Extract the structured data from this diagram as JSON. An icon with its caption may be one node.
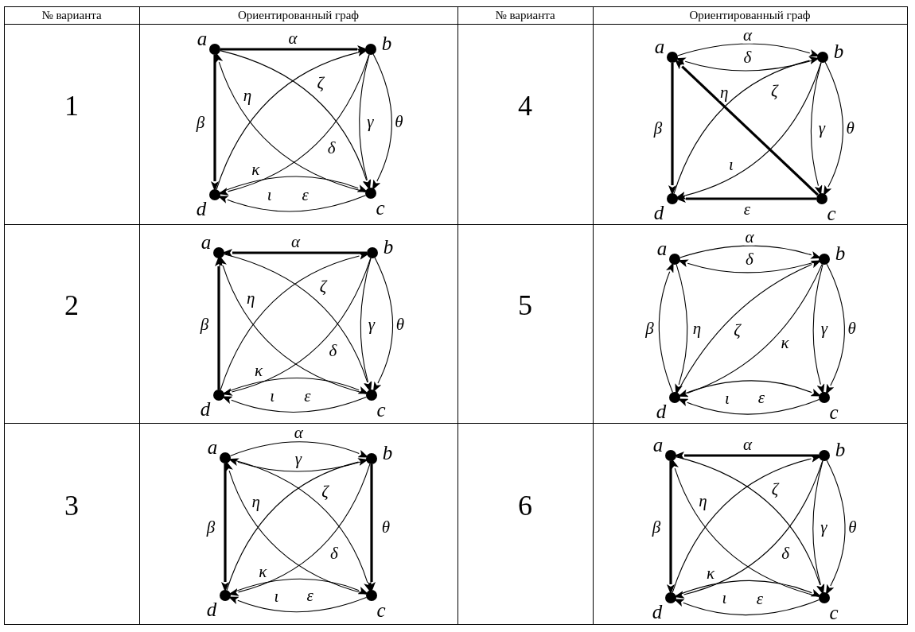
{
  "diagram": {
    "nodes": [
      {
        "text": [],
        "shape": "circle",
        "beside": [
          "a"
        ]
      },
      {
        "text": [],
        "shape": "circle",
        "beside": [
          "b"
        ]
      },
      {
        "text": [],
        "shape": "circle",
        "beside": [
          "d"
        ]
      },
      {
        "text": [],
        "shape": "circle",
        "beside": [
          "c"
        ]
      },
      {
        "text": [],
        "shape": "circle",
        "beside": [
          "a"
        ]
      },
      {
        "text": [],
        "shape": "circle",
        "beside": [
          "b"
        ]
      },
      {
        "text": [],
        "shape": "circle",
        "beside": [
          "d"
        ]
      },
      {
        "text": [],
        "shape": "circle",
        "beside": [
          "c"
        ]
      },
      {
        "text": [],
        "shape": "circle",
        "beside": [
          "a"
        ]
      },
      {
        "text": [],
        "shape": "circle",
        "beside": [
          "b"
        ]
      },
      {
        "text": [],
        "shape": "circle",
        "beside": [
          "d"
        ]
      },
      {
        "text": [],
        "shape": "circle",
        "beside": [
          "c"
        ]
      },
      {
        "text": [],
        "shape": "circle",
        "beside": [
          "a"
        ]
      },
      {
        "text": [],
        "shape": "circle",
        "beside": [
          "b"
        ]
      },
      {
        "text": [],
        "shape": "circle",
        "beside": [
          "d"
        ]
      },
      {
        "text": [],
        "shape": "circle",
        "beside": [
          "c"
        ]
      },
      {
        "text": [],
        "shape": "circle",
        "beside": [
          "a"
        ]
      },
      {
        "text": [],
        "shape": "circle",
        "beside": [
          "b"
        ]
      },
      {
        "text": [],
        "shape": "circle",
        "beside": [
          "d"
        ]
      },
      {
        "text": [],
        "shape": "circle",
        "beside": [
          "c"
        ]
      },
      {
        "text": [],
        "shape": "circle",
        "beside": [
          "a"
        ]
      },
      {
        "text": [],
        "shape": "circle",
        "beside": [
          "b"
        ]
      },
      {
        "text": [],
        "shape": "circle",
        "beside": [
          "d"
        ]
      },
      {
        "text": [],
        "shape": "circle",
        "beside": [
          "c"
        ]
      }
    ],
    "edges": [
      {
        "from": 0,
        "to": 1,
        "arrow": "to",
        "label": "α",
        "style": "thick"
      },
      {
        "from": 0,
        "to": 2,
        "arrow": "to",
        "label": "β",
        "style": "thick"
      },
      {
        "from": 1,
        "to": 3,
        "arrow": "to",
        "label": "γ"
      },
      {
        "from": 0,
        "to": 3,
        "arrow": "to",
        "label": "δ"
      },
      {
        "from": 3,
        "to": 2,
        "arrow": "to",
        "label": "ε"
      },
      {
        "from": 2,
        "to": 1,
        "arrow": "to",
        "label": "ζ"
      },
      {
        "from": 3,
        "to": 0,
        "arrow": "to",
        "label": "η"
      },
      {
        "from": 1,
        "to": 3,
        "arrow": "to",
        "label": "θ"
      },
      {
        "from": 2,
        "to": 3,
        "arrow": "to",
        "label": "ι"
      },
      {
        "from": 1,
        "to": 2,
        "arrow": "to",
        "label": "κ"
      },
      {
        "from": 4,
        "to": 5,
        "arrow": "to",
        "label": "α"
      },
      {
        "from": 4,
        "to": 6,
        "arrow": "to",
        "label": "β",
        "style": "thick"
      },
      {
        "from": 5,
        "to": 7,
        "arrow": "to",
        "label": "γ"
      },
      {
        "from": 5,
        "to": 4,
        "arrow": "to",
        "label": "δ"
      },
      {
        "from": 7,
        "to": 6,
        "arrow": "to",
        "label": "ε",
        "style": "thick"
      },
      {
        "from": 6,
        "to": 5,
        "arrow": "to",
        "label": "ζ"
      },
      {
        "from": 7,
        "to": 4,
        "arrow": "to",
        "label": "η",
        "style": "thick"
      },
      {
        "from": 5,
        "to": 7,
        "arrow": "to",
        "label": "θ"
      },
      {
        "from": 5,
        "to": 6,
        "arrow": "to",
        "label": "ι"
      },
      {
        "from": 9,
        "to": 8,
        "arrow": "to",
        "label": "α",
        "style": "thick"
      },
      {
        "from": 10,
        "to": 8,
        "arrow": "to",
        "label": "β",
        "style": "thick"
      },
      {
        "from": 9,
        "to": 11,
        "arrow": "to",
        "label": "γ"
      },
      {
        "from": 8,
        "to": 11,
        "arrow": "to",
        "label": "δ"
      },
      {
        "from": 11,
        "to": 10,
        "arrow": "to",
        "label": "ε"
      },
      {
        "from": 10,
        "to": 9,
        "arrow": "to",
        "label": "ζ"
      },
      {
        "from": 11,
        "to": 8,
        "arrow": "to",
        "label": "η"
      },
      {
        "from": 9,
        "to": 11,
        "arrow": "to",
        "label": "θ"
      },
      {
        "from": 10,
        "to": 11,
        "arrow": "to",
        "label": "ι"
      },
      {
        "from": 9,
        "to": 10,
        "arrow": "to",
        "label": "κ"
      },
      {
        "from": 12,
        "to": 13,
        "arrow": "to",
        "label": "α"
      },
      {
        "from": 14,
        "to": 12,
        "arrow": "to",
        "label": "β"
      },
      {
        "from": 13,
        "to": 15,
        "arrow": "to",
        "label": "γ"
      },
      {
        "from": 13,
        "to": 12,
        "arrow": "to",
        "label": "δ"
      },
      {
        "from": 15,
        "to": 14,
        "arrow": "to",
        "label": "ε"
      },
      {
        "from": 14,
        "to": 13,
        "arrow": "to",
        "label": "ζ"
      },
      {
        "from": 12,
        "to": 14,
        "arrow": "to",
        "label": "η"
      },
      {
        "from": 13,
        "to": 15,
        "arrow": "to",
        "label": "θ"
      },
      {
        "from": 14,
        "to": 15,
        "arrow": "to",
        "label": "ι"
      },
      {
        "from": 13,
        "to": 14,
        "arrow": "to",
        "label": "κ"
      },
      {
        "from": 16,
        "to": 17,
        "arrow": "to",
        "label": "α"
      },
      {
        "from": 16,
        "to": 18,
        "arrow": "to",
        "label": "β",
        "style": "thick"
      },
      {
        "from": 17,
        "to": 16,
        "arrow": "to",
        "label": "γ"
      },
      {
        "from": 16,
        "to": 19,
        "arrow": "to",
        "label": "δ"
      },
      {
        "from": 19,
        "to": 18,
        "arrow": "to",
        "label": "ε"
      },
      {
        "from": 18,
        "to": 17,
        "arrow": "to",
        "label": "ζ"
      },
      {
        "from": 19,
        "to": 16,
        "arrow": "to",
        "label": "η"
      },
      {
        "from": 17,
        "to": 19,
        "arrow": "to",
        "label": "θ",
        "style": "thick"
      },
      {
        "from": 18,
        "to": 19,
        "arrow": "to",
        "label": "ι"
      },
      {
        "from": 17,
        "to": 18,
        "arrow": "to",
        "label": "κ"
      },
      {
        "from": 21,
        "to": 20,
        "arrow": "to",
        "label": "α",
        "style": "thick"
      },
      {
        "from": 20,
        "to": 22,
        "arrow": "to",
        "label": "β",
        "style": "thick"
      },
      {
        "from": 21,
        "to": 23,
        "arrow": "to",
        "label": "γ"
      },
      {
        "from": 20,
        "to": 23,
        "arrow": "to",
        "label": "δ"
      },
      {
        "from": 23,
        "to": 22,
        "arrow": "to",
        "label": "ε"
      },
      {
        "from": 22,
        "to": 21,
        "arrow": "to",
        "label": "ζ"
      },
      {
        "from": 23,
        "to": 20,
        "arrow": "to",
        "label": "η"
      },
      {
        "from": 21,
        "to": 23,
        "arrow": "to",
        "label": "θ"
      },
      {
        "from": 22,
        "to": 23,
        "arrow": "to",
        "label": "ι"
      },
      {
        "from": 21,
        "to": 22,
        "arrow": "to",
        "label": "κ"
      }
    ],
    "labels": [
      "№ варианта",
      "Ориентированный граф",
      "№ варианта",
      "Ориентированный граф",
      "1",
      "4",
      "2",
      "5",
      "3",
      "6"
    ]
  }
}
